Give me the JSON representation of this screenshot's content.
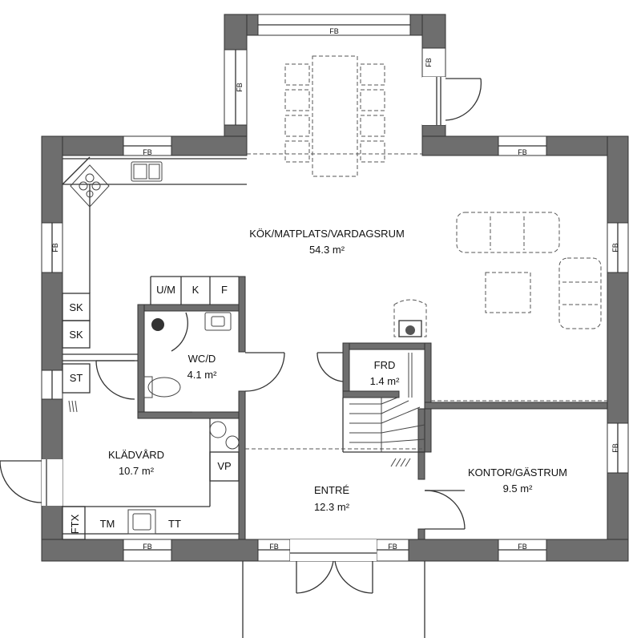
{
  "rooms": {
    "kitchen": {
      "name": "KÖK/MATPLATS/VARDAGSRUM",
      "area": "54.3 m²"
    },
    "wc": {
      "name": "WC/D",
      "area": "4.1 m²"
    },
    "frd": {
      "name": "FRD",
      "area": "1.4 m²"
    },
    "laundry": {
      "name": "KLÄDVÅRD",
      "area": "10.7 m²"
    },
    "entre": {
      "name": "ENTRÉ",
      "area": "12.3 m²"
    },
    "office": {
      "name": "KONTOR/GÄSTRUM",
      "area": "9.5 m²"
    }
  },
  "fixtures": {
    "um": "U/M",
    "k": "K",
    "f": "F",
    "sk1": "SK",
    "sk2": "SK",
    "st": "ST",
    "vp": "VP",
    "ftx": "FTX",
    "tm": "TM",
    "tt": "TT"
  },
  "windows": {
    "label": "FB"
  }
}
